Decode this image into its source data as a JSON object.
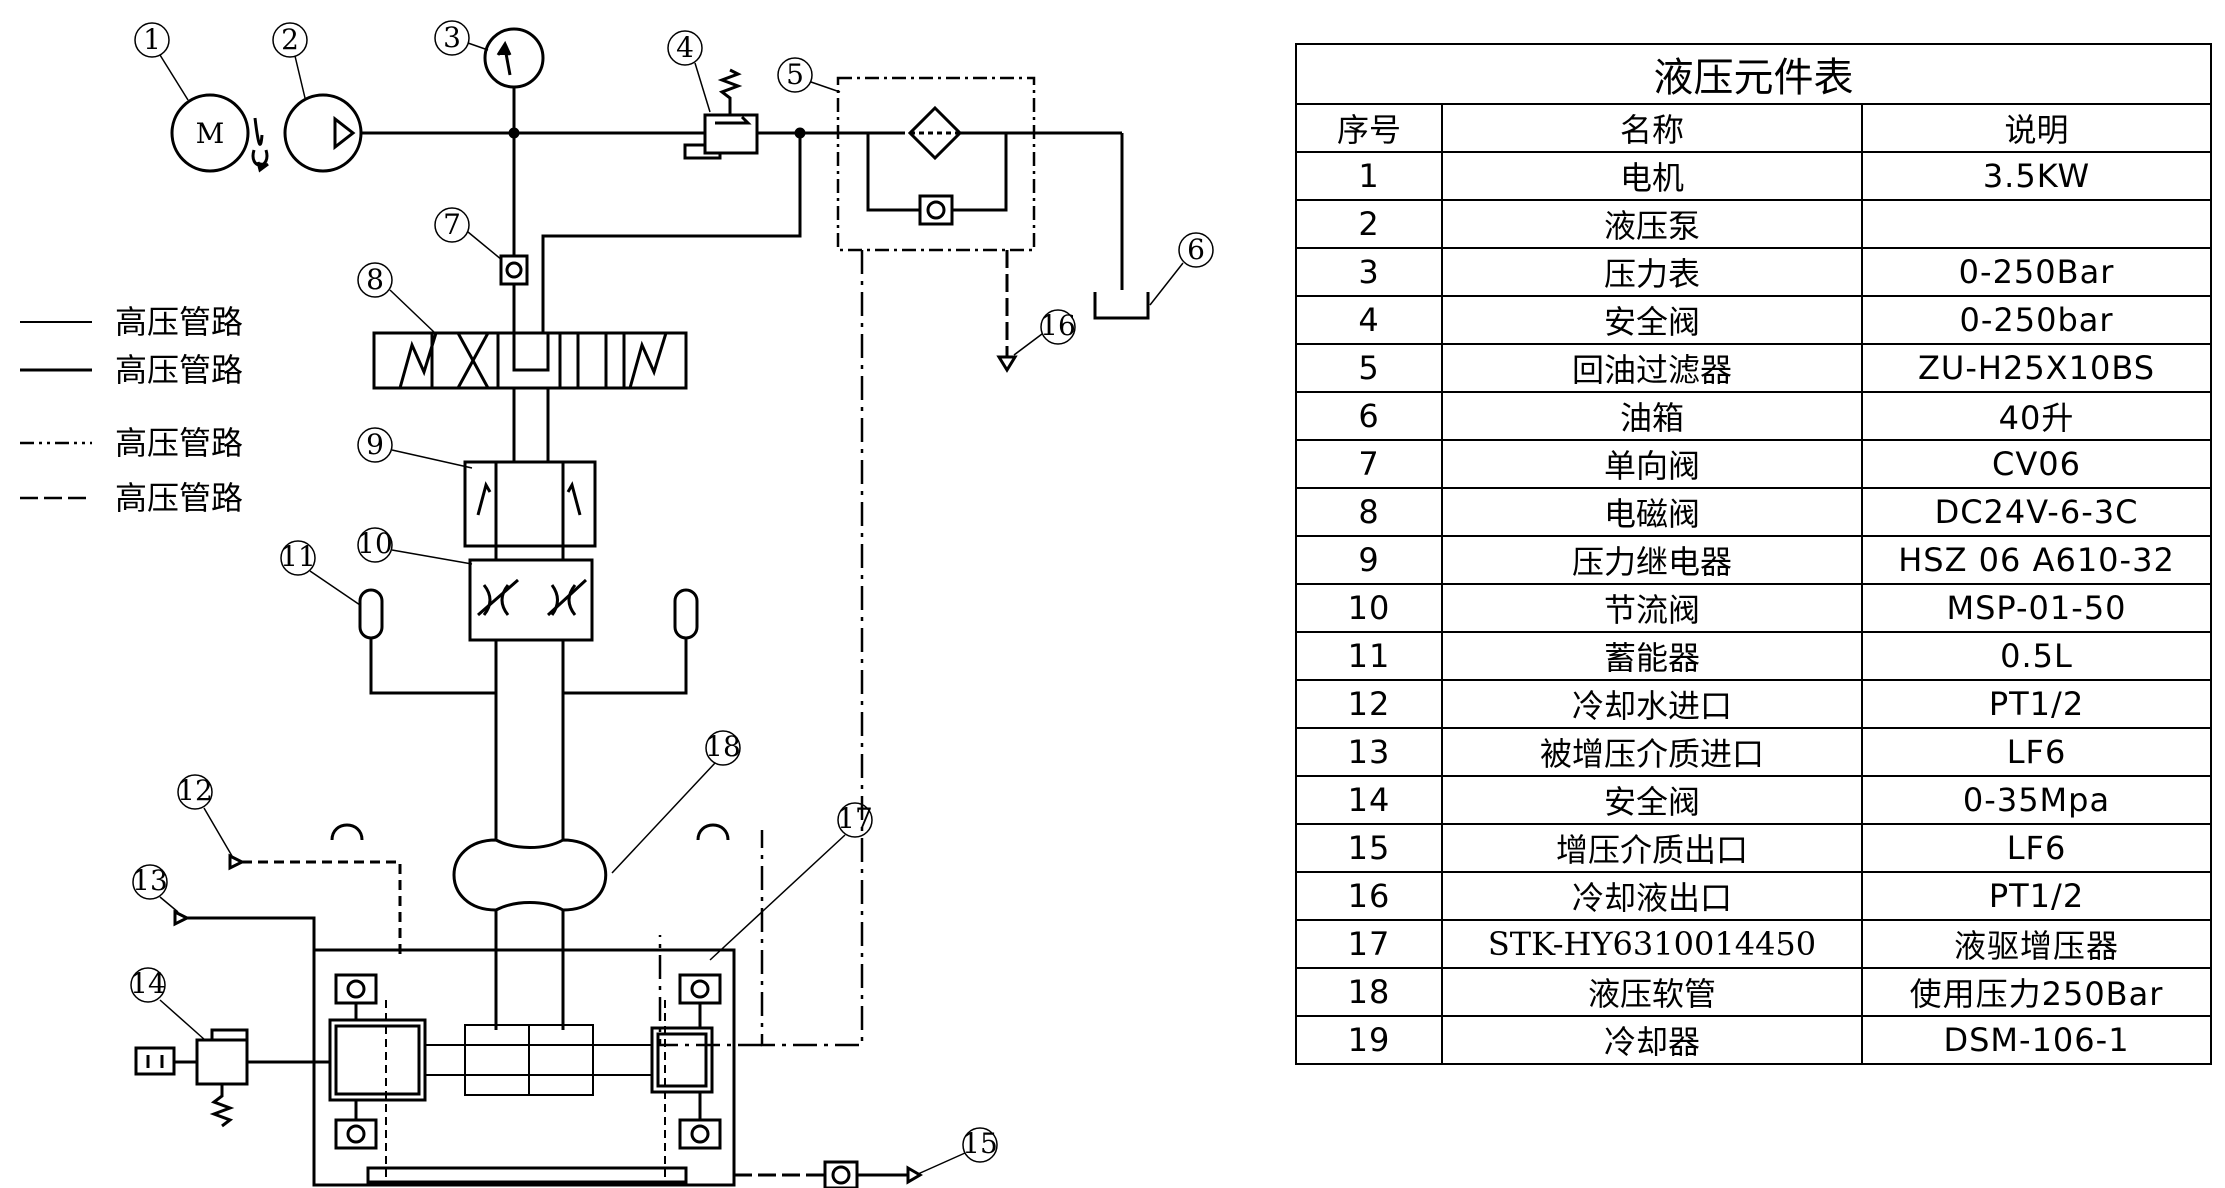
{
  "legend": [
    {
      "label": "高压管路",
      "style": "solid"
    },
    {
      "label": "高压管路",
      "style": "solid-thick"
    },
    {
      "label": "高压管路",
      "style": "dash-dot"
    },
    {
      "label": "高压管路",
      "style": "dashed"
    }
  ],
  "symbols": {
    "motor": "M"
  },
  "callouts": [
    "1",
    "2",
    "3",
    "4",
    "5",
    "6",
    "7",
    "8",
    "9",
    "10",
    "11",
    "12",
    "13",
    "14",
    "15",
    "16",
    "17",
    "18"
  ],
  "table": {
    "title": "液压元件表",
    "headers": [
      "序号",
      "名称",
      "说明"
    ],
    "rows": [
      {
        "no": "1",
        "name": "电机",
        "desc": "3.5KW"
      },
      {
        "no": "2",
        "name": "液压泵",
        "desc": ""
      },
      {
        "no": "3",
        "name": "压力表",
        "desc": "0-250Bar"
      },
      {
        "no": "4",
        "name": "安全阀",
        "desc": "0-250bar"
      },
      {
        "no": "5",
        "name": "回油过滤器",
        "desc": "ZU-H25X10BS"
      },
      {
        "no": "6",
        "name": "油箱",
        "desc": "40升"
      },
      {
        "no": "7",
        "name": "单向阀",
        "desc": "CV06"
      },
      {
        "no": "8",
        "name": "电磁阀",
        "desc": "DC24V-6-3C"
      },
      {
        "no": "9",
        "name": "压力继电器",
        "desc": "HSZ 06 A610-32"
      },
      {
        "no": "10",
        "name": "节流阀",
        "desc": "MSP-01-50"
      },
      {
        "no": "11",
        "name": "蓄能器",
        "desc": "0.5L"
      },
      {
        "no": "12",
        "name": "冷却水进口",
        "desc": "PT1/2"
      },
      {
        "no": "13",
        "name": "被增压介质进口",
        "desc": "LF6"
      },
      {
        "no": "14",
        "name": "安全阀",
        "desc": "0-35Mpa"
      },
      {
        "no": "15",
        "name": "增压介质出口",
        "desc": "LF6"
      },
      {
        "no": "16",
        "name": "冷却液出口",
        "desc": "PT1/2"
      },
      {
        "no": "17",
        "name": "STK-HY6310014450",
        "desc": "液驱增压器"
      },
      {
        "no": "18",
        "name": "液压软管",
        "desc": "使用压力250Bar"
      },
      {
        "no": "19",
        "name": "冷却器",
        "desc": "DSM-106-1"
      }
    ]
  }
}
